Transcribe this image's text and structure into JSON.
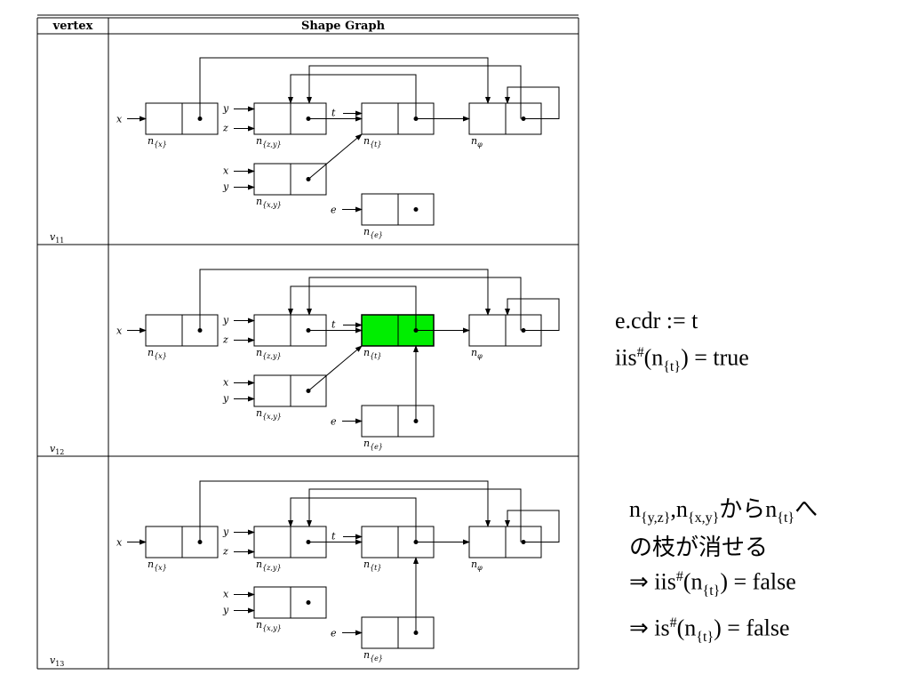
{
  "table": {
    "header_vertex": "vertex",
    "header_graph": "Shape Graph"
  },
  "panels": [
    {
      "vertex": "v",
      "vertex_sub": "11",
      "nodes": [
        {
          "id": "nx",
          "label": "n",
          "label_sub": "{x}",
          "highlight": false
        },
        {
          "id": "nzy",
          "label": "n",
          "label_sub": "{z,y}",
          "highlight": false
        },
        {
          "id": "nt",
          "label": "n",
          "label_sub": "{t}",
          "highlight": false
        },
        {
          "id": "nphi",
          "label": "n",
          "label_sub": "φ",
          "highlight": false
        },
        {
          "id": "nxy",
          "label": "n",
          "label_sub": "{x,y}",
          "highlight": false
        },
        {
          "id": "ne",
          "label": "n",
          "label_sub": "{e}",
          "highlight": false
        }
      ],
      "edges": [
        "x-nx",
        "y-nzy",
        "z-nzy",
        "t-nt",
        "x-nxy",
        "y-nxy",
        "e-ne",
        "nx-nphi",
        "nzy-nt",
        "nt-nzy",
        "nt-nphi",
        "nphi-nphi",
        "nxy-nt"
      ]
    },
    {
      "vertex": "v",
      "vertex_sub": "12",
      "nodes": [
        {
          "id": "nx",
          "label": "n",
          "label_sub": "{x}",
          "highlight": false
        },
        {
          "id": "nzy",
          "label": "n",
          "label_sub": "{z,y}",
          "highlight": false
        },
        {
          "id": "nt",
          "label": "n",
          "label_sub": "{t}",
          "highlight": true
        },
        {
          "id": "nphi",
          "label": "n",
          "label_sub": "φ",
          "highlight": false
        },
        {
          "id": "nxy",
          "label": "n",
          "label_sub": "{x,y}",
          "highlight": false
        },
        {
          "id": "ne",
          "label": "n",
          "label_sub": "{e}",
          "highlight": false
        }
      ],
      "edges": [
        "x-nx",
        "y-nzy",
        "z-nzy",
        "t-nt",
        "x-nxy",
        "y-nxy",
        "e-ne",
        "nx-nphi",
        "nzy-nt",
        "nt-nzy",
        "nt-nphi",
        "nphi-nphi",
        "nxy-nt",
        "ne-nt"
      ]
    },
    {
      "vertex": "v",
      "vertex_sub": "13",
      "nodes": [
        {
          "id": "nx",
          "label": "n",
          "label_sub": "{x}",
          "highlight": false
        },
        {
          "id": "nzy",
          "label": "n",
          "label_sub": "{z,y}",
          "highlight": false
        },
        {
          "id": "nt",
          "label": "n",
          "label_sub": "{t}",
          "highlight": false
        },
        {
          "id": "nphi",
          "label": "n",
          "label_sub": "φ",
          "highlight": false
        },
        {
          "id": "nxy",
          "label": "n",
          "label_sub": "{x,y}",
          "highlight": false
        },
        {
          "id": "ne",
          "label": "n",
          "label_sub": "{e}",
          "highlight": false
        }
      ],
      "edges": [
        "x-nx",
        "y-nzy",
        "z-nzy",
        "t-nt",
        "x-nxy",
        "y-nxy",
        "e-ne",
        "nx-nphi",
        "nzy-nt",
        "nt-nzy",
        "nt-nphi",
        "nphi-nphi",
        "ne-nt"
      ]
    }
  ],
  "variables": {
    "x": "x",
    "y": "y",
    "z": "z",
    "t": "t",
    "e": "e"
  },
  "colors": {
    "highlight": "#00ee00",
    "line": "#000000"
  },
  "notes": {
    "note1_line1": "e.cdr := t",
    "note1_line2_a": "iis",
    "note1_line2_sup": "#",
    "note1_line2_b": "(n",
    "note1_line2_sub": "{t}",
    "note1_line2_c": ") = true",
    "note2_n1": "n",
    "note2_n1_sub": "{y,z}",
    "note2_comma": ",n",
    "note2_n2_sub": "{x,y}",
    "note2_kara": "から",
    "note2_n3": "n",
    "note2_n3_sub": "{t}",
    "note2_he": "へ",
    "note2_line2": "の枝が消せる",
    "note2_line3_a": "⇒ iis",
    "note2_line3_sup": "#",
    "note2_line3_b": "(n",
    "note2_line3_sub": "{t}",
    "note2_line3_c": ") = false",
    "note2_line4_a": "⇒ is",
    "note2_line4_sup": "#",
    "note2_line4_b": "(n",
    "note2_line4_sub": "{t}",
    "note2_line4_c": ") = false"
  }
}
